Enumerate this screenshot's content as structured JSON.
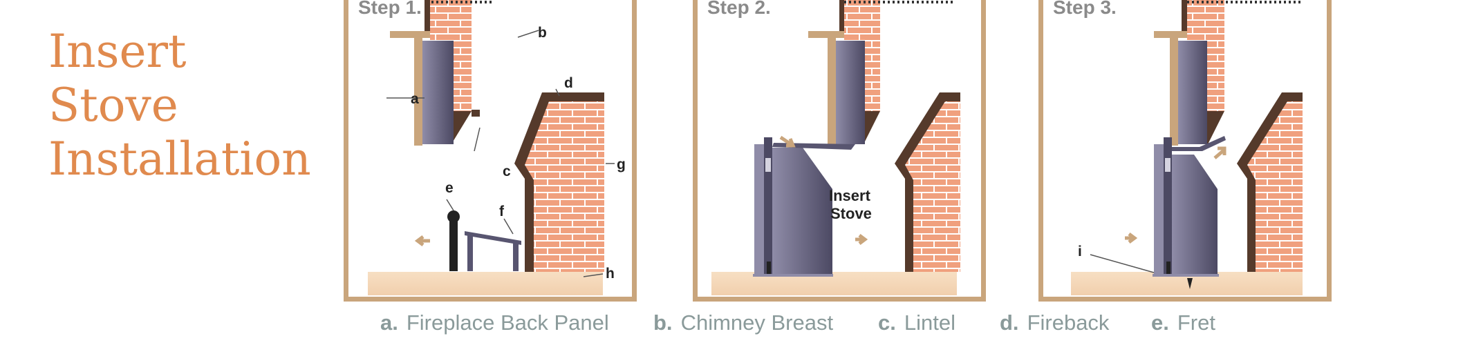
{
  "title": {
    "line1": "Insert",
    "line2": "Stove",
    "line3": "Installation"
  },
  "steps": [
    {
      "label": "Step 1."
    },
    {
      "label": "Step 2."
    },
    {
      "label": "Step 3."
    }
  ],
  "callouts": {
    "a": "a",
    "b": "b",
    "c": "c",
    "d": "d",
    "e": "e",
    "f": "f",
    "g": "g",
    "h": "h",
    "i": "i"
  },
  "insert_stove_label": {
    "line1": "Insert",
    "line2": "Stove"
  },
  "legend": [
    {
      "letter": "a.",
      "text": "Fireplace Back Panel"
    },
    {
      "letter": "b.",
      "text": "Chimney Breast"
    },
    {
      "letter": "c.",
      "text": "Lintel"
    },
    {
      "letter": "d.",
      "text": "Fireback"
    },
    {
      "letter": "e.",
      "text": "Fret"
    }
  ],
  "colors": {
    "accent": "#e08a4e",
    "panel_border": "#c9a57c",
    "brick": "#f0a07e",
    "mortar": "#ffffff",
    "dark_brown": "#553a2b",
    "metal": "#585570",
    "hearth": "#f5d7b7",
    "legend_text": "#8a9a9a",
    "arrow": "#c9a57c"
  }
}
